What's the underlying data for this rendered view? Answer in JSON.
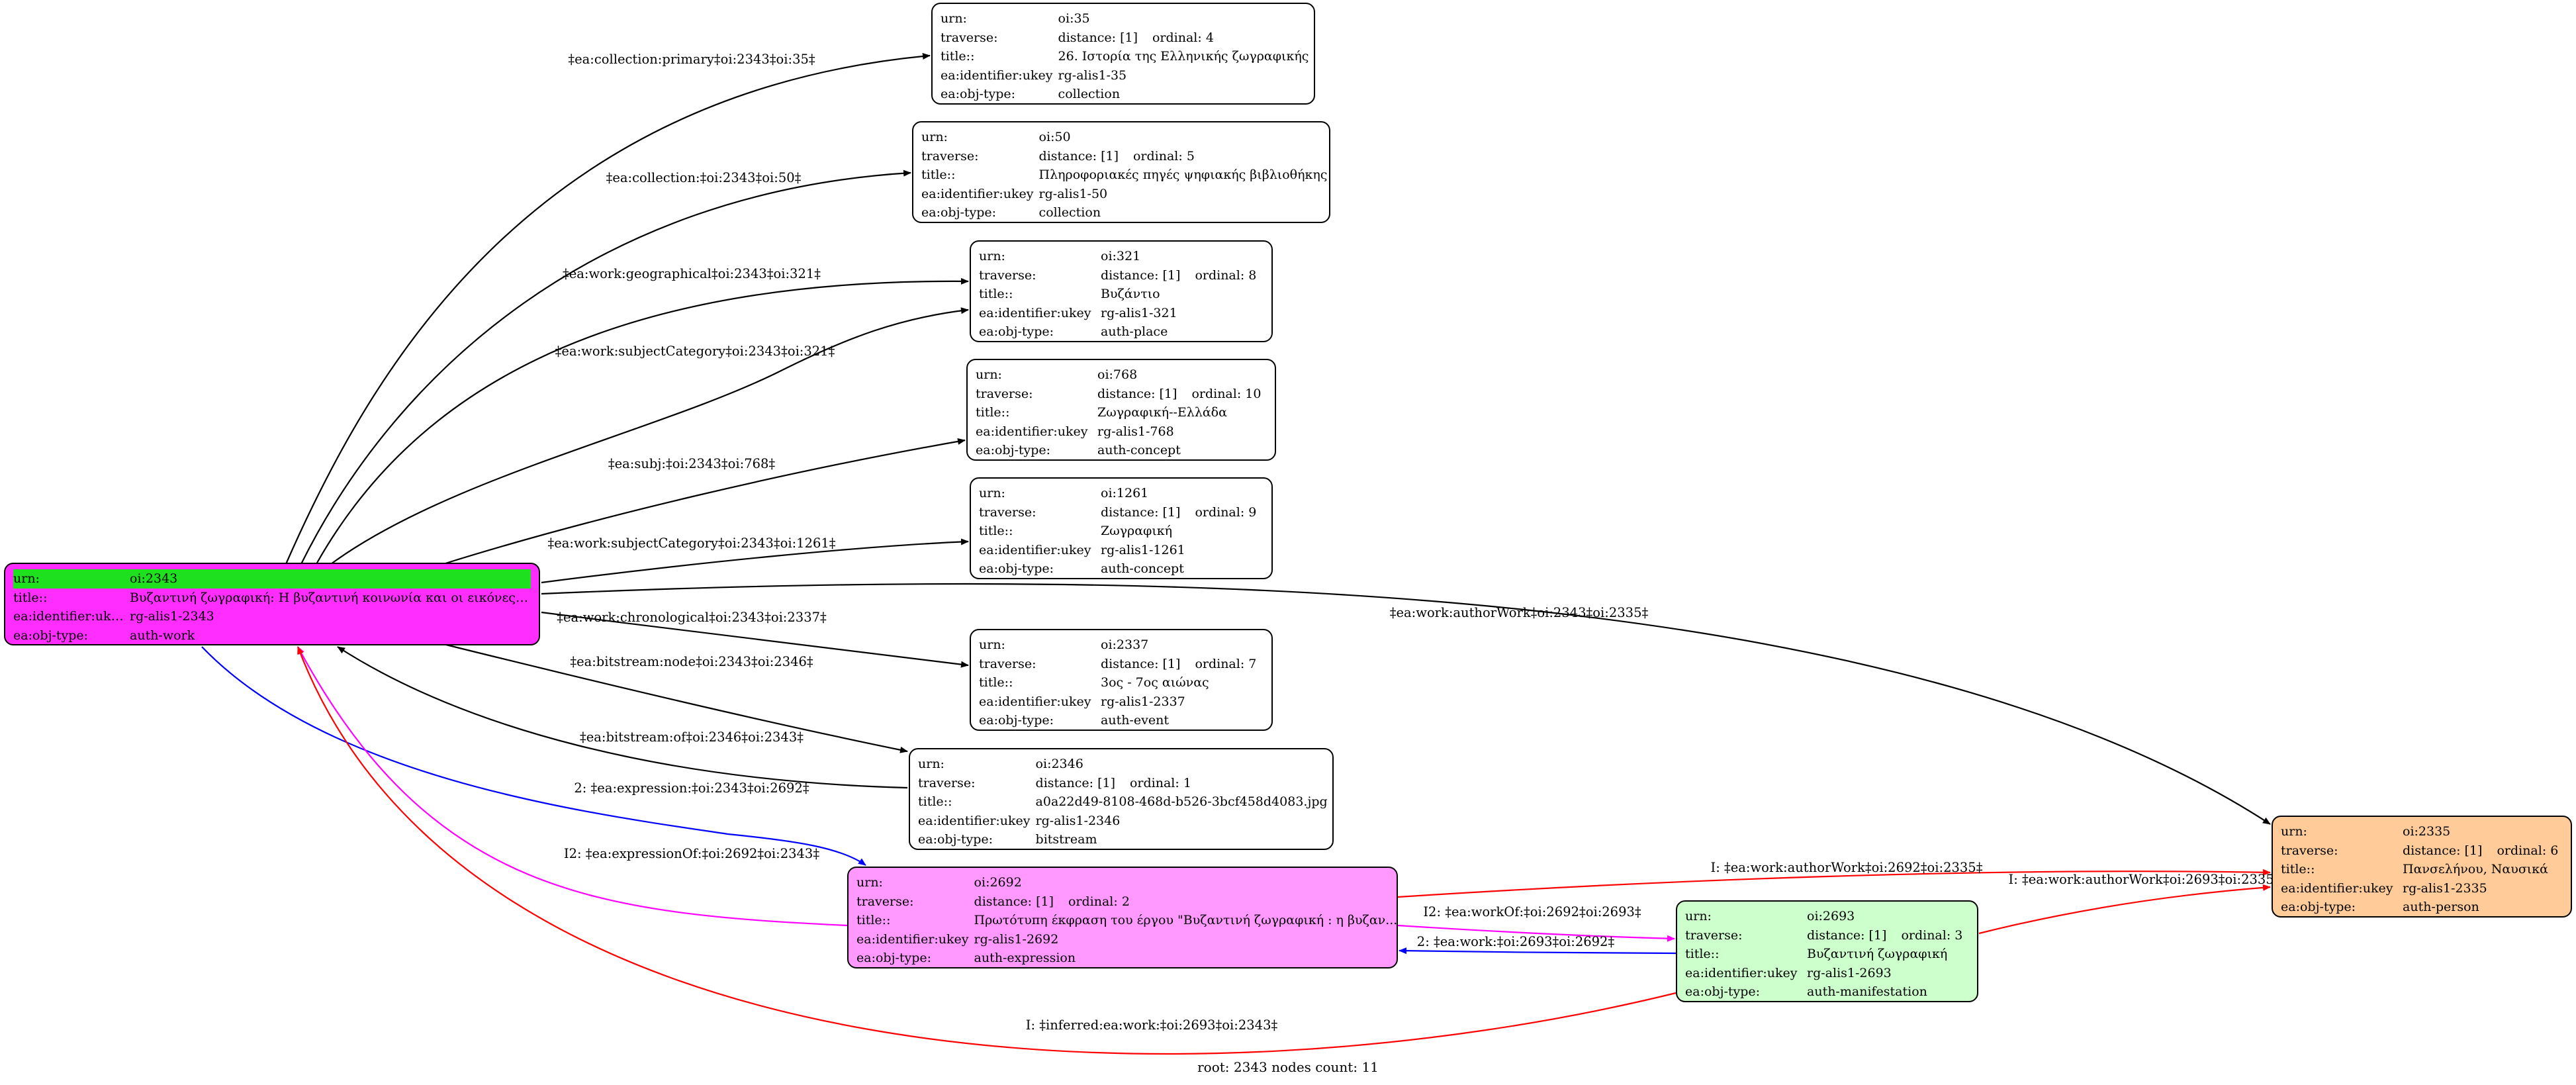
{
  "root_node": {
    "id": "oi:2343",
    "fill": "#ff2dff",
    "highlight": "#1fe01f",
    "rows": [
      {
        "key": "urn:",
        "val": "oi:2343"
      },
      {
        "key": "title::",
        "val": "Βυζαντινή ζωγραφική: Η βυζαντινή κοινωνία και οι εικόνες τ..."
      },
      {
        "key": "ea:identifier:ukey",
        "val": "rg-alis1-2343"
      },
      {
        "key": "ea:obj-type:",
        "val": "auth-work"
      }
    ]
  },
  "nodes": [
    {
      "id": "oi:35",
      "fill": "#ffffff",
      "urn": "oi:35",
      "distance": "distance: [1]",
      "ordinal": "ordinal: 4",
      "title": "26. Ιστορία της Ελληνικής ζωγραφικής",
      "ukey": "rg-alis1-35",
      "type": "collection"
    },
    {
      "id": "oi:50",
      "fill": "#ffffff",
      "urn": "oi:50",
      "distance": "distance: [1]",
      "ordinal": "ordinal: 5",
      "title": "Πληροφοριακές πηγές ψηφιακής βιβλιοθήκης",
      "ukey": "rg-alis1-50",
      "type": "collection"
    },
    {
      "id": "oi:321",
      "fill": "#ffffff",
      "urn": "oi:321",
      "distance": "distance: [1]",
      "ordinal": "ordinal: 8",
      "title": "Βυζάντιο",
      "ukey": "rg-alis1-321",
      "type": "auth-place"
    },
    {
      "id": "oi:768",
      "fill": "#ffffff",
      "urn": "oi:768",
      "distance": "distance: [1]",
      "ordinal": "ordinal: 10",
      "title": "Ζωγραφική--Ελλάδα",
      "ukey": "rg-alis1-768",
      "type": "auth-concept"
    },
    {
      "id": "oi:1261",
      "fill": "#ffffff",
      "urn": "oi:1261",
      "distance": "distance: [1]",
      "ordinal": "ordinal: 9",
      "title": "Ζωγραφική",
      "ukey": "rg-alis1-1261",
      "type": "auth-concept"
    },
    {
      "id": "oi:2337",
      "fill": "#ffffff",
      "urn": "oi:2337",
      "distance": "distance: [1]",
      "ordinal": "ordinal: 7",
      "title": "3ος - 7ος αιώνας",
      "ukey": "rg-alis1-2337",
      "type": "auth-event"
    },
    {
      "id": "oi:2346",
      "fill": "#ffffff",
      "urn": "oi:2346",
      "distance": "distance: [1]",
      "ordinal": "ordinal: 1",
      "title": "a0a22d49-8108-468d-b526-3bcf458d4083.jpg",
      "ukey": "rg-alis1-2346",
      "type": "bitstream"
    },
    {
      "id": "oi:2692",
      "fill": "#ff99ff",
      "urn": "oi:2692",
      "distance": "distance: [1]",
      "ordinal": "ordinal: 2",
      "title": "Πρωτότυπη έκφραση του έργου \"Βυζαντινή ζωγραφική : η βυζαν...",
      "ukey": "rg-alis1-2692",
      "type": "auth-expression"
    },
    {
      "id": "oi:2693",
      "fill": "#ccffcc",
      "urn": "oi:2693",
      "distance": "distance: [1]",
      "ordinal": "ordinal: 3",
      "title": "Βυζαντινή ζωγραφική",
      "ukey": "rg-alis1-2693",
      "type": "auth-manifestation"
    },
    {
      "id": "oi:2335",
      "fill": "#ffcc99",
      "urn": "oi:2335",
      "distance": "distance: [1]",
      "ordinal": "ordinal: 6",
      "title": "Πανσελήνου, Ναυσικά",
      "ukey": "rg-alis1-2335",
      "type": "auth-person"
    }
  ],
  "field_labels": {
    "urn": "urn:",
    "traverse": "traverse:",
    "title": "title::",
    "ukey": "ea:identifier:ukey",
    "type": "ea:obj-type:"
  },
  "edges": [
    {
      "label": "‡ea:collection:primary‡oi:2343‡oi:35‡",
      "color": "#000000"
    },
    {
      "label": "‡ea:collection:‡oi:2343‡oi:50‡",
      "color": "#000000"
    },
    {
      "label": "‡ea:work:geographical‡oi:2343‡oi:321‡",
      "color": "#000000"
    },
    {
      "label": "‡ea:work:subjectCategory‡oi:2343‡oi:321‡",
      "color": "#000000"
    },
    {
      "label": "‡ea:subj:‡oi:2343‡oi:768‡",
      "color": "#000000"
    },
    {
      "label": "‡ea:work:subjectCategory‡oi:2343‡oi:1261‡",
      "color": "#000000"
    },
    {
      "label": "‡ea:work:authorWork‡oi:2343‡oi:2335‡",
      "color": "#000000"
    },
    {
      "label": "‡ea:work:chronological‡oi:2343‡oi:2337‡",
      "color": "#000000"
    },
    {
      "label": "‡ea:bitstream:node‡oi:2343‡oi:2346‡",
      "color": "#000000"
    },
    {
      "label": "‡ea:bitstream:of‡oi:2346‡oi:2343‡",
      "color": "#000000"
    },
    {
      "label": "2: ‡ea:expression:‡oi:2343‡oi:2692‡",
      "color": "#0000ff"
    },
    {
      "label": "I2: ‡ea:expressionOf:‡oi:2692‡oi:2343‡",
      "color": "#ff00ff"
    },
    {
      "label": "I: ‡ea:work:authorWork‡oi:2692‡oi:2335‡",
      "color": "#ff0000"
    },
    {
      "label": "I2: ‡ea:workOf:‡oi:2692‡oi:2693‡",
      "color": "#ff00ff"
    },
    {
      "label": "2: ‡ea:work:‡oi:2693‡oi:2692‡",
      "color": "#0000ff"
    },
    {
      "label": "I: ‡ea:work:authorWork‡oi:2693‡oi:2335‡",
      "color": "#ff0000"
    },
    {
      "label": "I: ‡inferred:ea:work:‡oi:2693‡oi:2343‡",
      "color": "#ff0000"
    }
  ],
  "footer": "root: 2343 nodes count: 11"
}
